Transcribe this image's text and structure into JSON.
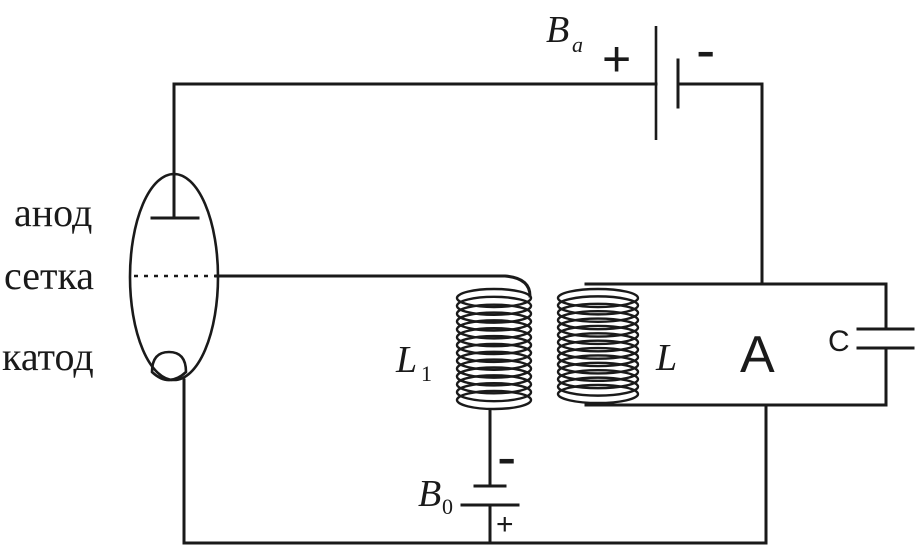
{
  "labels": {
    "anode": "анод",
    "grid": "сетка",
    "cathode": "катод",
    "battery_anode": {
      "main": "B",
      "sub": "a",
      "plus": "+",
      "minus": "-"
    },
    "battery_grid": {
      "main": "B",
      "sub": "0",
      "plus": "+",
      "minus": "-"
    },
    "coil_grid": {
      "main": "L",
      "sub": "1"
    },
    "coil_tank": "L",
    "ammeter": "A",
    "capacitor": "C"
  }
}
